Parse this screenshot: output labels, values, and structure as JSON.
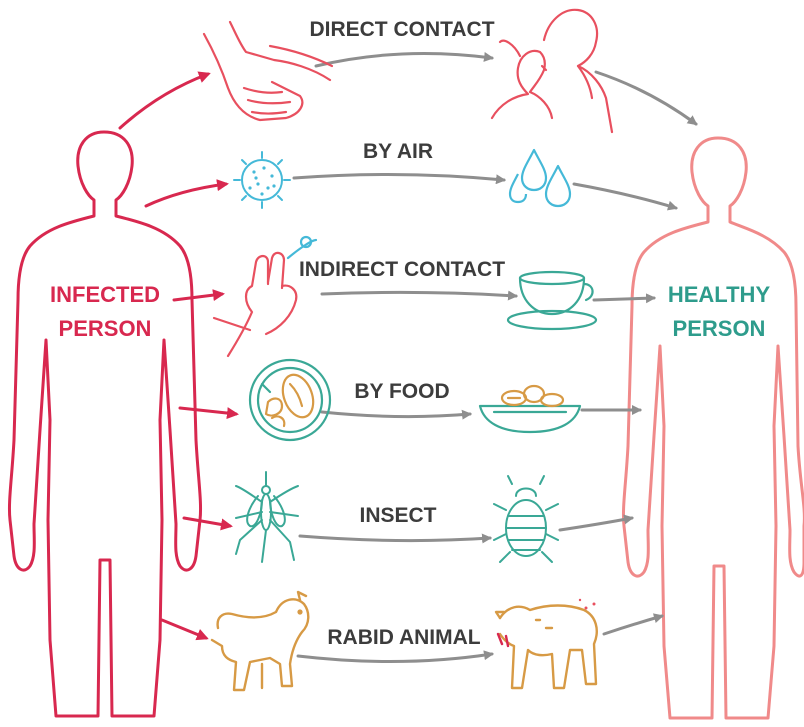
{
  "colors": {
    "infected": "#d8284f",
    "healthy_outline": "#f08a8a",
    "healthy_text": "#2e9c8c",
    "arrow_gray": "#8e8e8e",
    "arrow_red": "#d8284f",
    "label_gray": "#3c3c3c",
    "air": "#45b9d8",
    "teal": "#3aa896",
    "tan": "#d79a45",
    "hand": "#e8505f"
  },
  "infected": {
    "line1": "INFECTED",
    "line2": "PERSON"
  },
  "healthy": {
    "line1": "HEALTHY",
    "line2": "PERSON"
  },
  "routes": [
    {
      "label": "DIRECT CONTACT",
      "source_icon": "handshake-icon",
      "target_icon": "kiss-icon"
    },
    {
      "label": "BY AIR",
      "source_icon": "virus-icon",
      "target_icon": "droplets-icon"
    },
    {
      "label": "INDIRECT CONTACT",
      "source_icon": "sneeze-hand-icon",
      "target_icon": "teacup-icon"
    },
    {
      "label": "BY FOOD",
      "source_icon": "food-plate-icon",
      "target_icon": "food-bowl-icon"
    },
    {
      "label": "INSECT",
      "source_icon": "mosquito-icon",
      "target_icon": "bedbug-icon"
    },
    {
      "label": "RABID ANIMAL",
      "source_icon": "dog-icon",
      "target_icon": "rabid-dog-icon"
    }
  ]
}
